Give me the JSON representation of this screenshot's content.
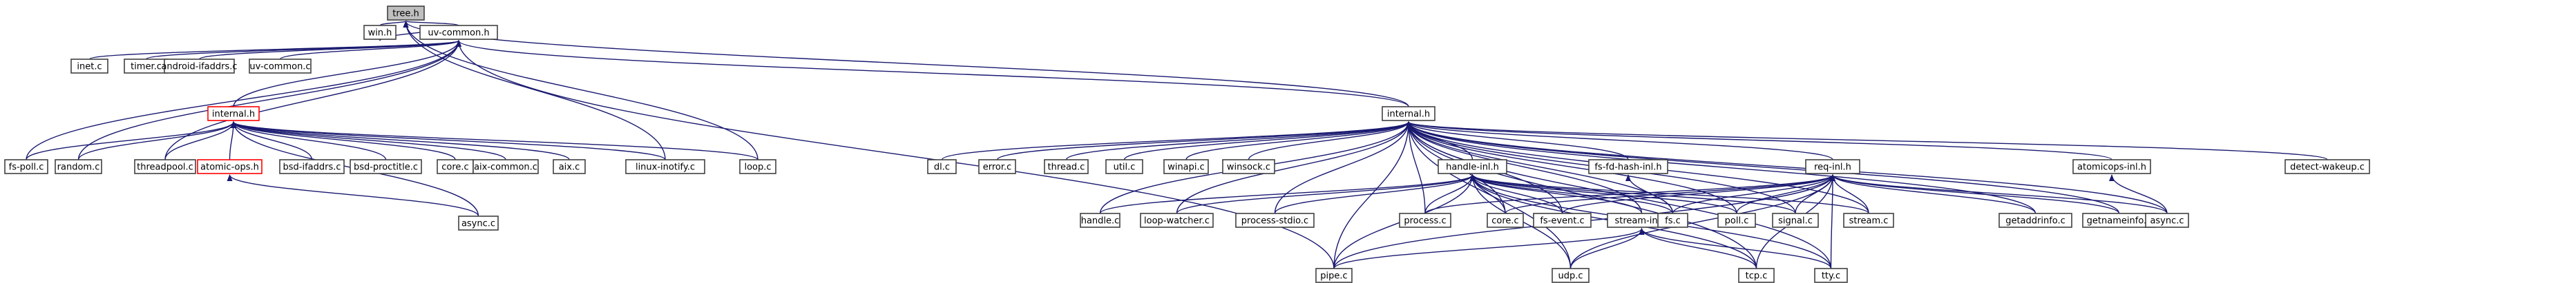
{
  "graph": {
    "colors": {
      "edge": "#191970",
      "box_stroke": "#404040",
      "current_fill": "#bfbfbf",
      "truncated_stroke": "#ff0000"
    },
    "nodes": [
      {
        "id": "tree_h",
        "label": "tree.h",
        "current": true
      },
      {
        "id": "win_h",
        "label": "win.h"
      },
      {
        "id": "uv_common_h",
        "label": "uv-common.h"
      },
      {
        "id": "internal_h_unix",
        "label": "internal.h",
        "truncated": true
      },
      {
        "id": "internal_h",
        "label": "internal.h"
      },
      {
        "id": "inet_c",
        "label": "inet.c"
      },
      {
        "id": "timer_c",
        "label": "timer.c"
      },
      {
        "id": "android_ifaddrs_c",
        "label": "android-ifaddrs.c"
      },
      {
        "id": "uv_common_c",
        "label": "uv-common.c"
      },
      {
        "id": "fs_poll_c",
        "label": "fs-poll.c"
      },
      {
        "id": "random_c",
        "label": "random.c"
      },
      {
        "id": "threadpool_c",
        "label": "threadpool.c"
      },
      {
        "id": "atomic_ops_h",
        "label": "atomic-ops.h",
        "truncated": true
      },
      {
        "id": "bsd_ifaddrs_c",
        "label": "bsd-ifaddrs.c"
      },
      {
        "id": "bsd_proctitle_c",
        "label": "bsd-proctitle.c"
      },
      {
        "id": "core_c_unix",
        "label": "core.c"
      },
      {
        "id": "aix_common_c",
        "label": "aix-common.c"
      },
      {
        "id": "aix_c",
        "label": "aix.c"
      },
      {
        "id": "linux_inotify_c",
        "label": "linux-inotify.c"
      },
      {
        "id": "loop_c",
        "label": "loop.c"
      },
      {
        "id": "async_c_unix",
        "label": "async.c"
      },
      {
        "id": "dl_c",
        "label": "dl.c"
      },
      {
        "id": "error_c",
        "label": "error.c"
      },
      {
        "id": "thread_c",
        "label": "thread.c"
      },
      {
        "id": "util_c",
        "label": "util.c"
      },
      {
        "id": "winapi_c",
        "label": "winapi.c"
      },
      {
        "id": "winsock_c",
        "label": "winsock.c"
      },
      {
        "id": "handle_inl_h",
        "label": "handle-inl.h"
      },
      {
        "id": "fs_fd_hash_inl_h",
        "label": "fs-fd-hash-inl.h"
      },
      {
        "id": "req_inl_h",
        "label": "req-inl.h"
      },
      {
        "id": "atomicops_inl_h",
        "label": "atomicops-inl.h"
      },
      {
        "id": "detect_wakeup_c",
        "label": "detect-wakeup.c"
      },
      {
        "id": "handle_c",
        "label": "handle.c"
      },
      {
        "id": "loop_watcher_c",
        "label": "loop-watcher.c"
      },
      {
        "id": "process_stdio_c",
        "label": "process-stdio.c"
      },
      {
        "id": "process_c",
        "label": "process.c"
      },
      {
        "id": "core_c",
        "label": "core.c"
      },
      {
        "id": "fs_event_c",
        "label": "fs-event.c"
      },
      {
        "id": "stream_inl_h",
        "label": "stream-inl.h"
      },
      {
        "id": "fs_c",
        "label": "fs.c"
      },
      {
        "id": "poll_c",
        "label": "poll.c"
      },
      {
        "id": "signal_c",
        "label": "signal.c"
      },
      {
        "id": "stream_c",
        "label": "stream.c"
      },
      {
        "id": "getaddrinfo_c",
        "label": "getaddrinfo.c"
      },
      {
        "id": "getnameinfo_c",
        "label": "getnameinfo.c"
      },
      {
        "id": "async_c",
        "label": "async.c"
      },
      {
        "id": "pipe_c",
        "label": "pipe.c"
      },
      {
        "id": "udp_c",
        "label": "udp.c"
      },
      {
        "id": "tcp_c",
        "label": "tcp.c"
      },
      {
        "id": "tty_c",
        "label": "tty.c"
      }
    ],
    "edges": [
      [
        "win_h",
        "tree_h"
      ],
      [
        "uv_common_h",
        "tree_h"
      ],
      [
        "internal_h",
        "tree_h"
      ],
      [
        "linux_inotify_c",
        "tree_h"
      ],
      [
        "loop_c",
        "tree_h"
      ],
      [
        "uv_common_h",
        "win_h"
      ],
      [
        "inet_c",
        "uv_common_h"
      ],
      [
        "timer_c",
        "uv_common_h"
      ],
      [
        "android_ifaddrs_c",
        "uv_common_h"
      ],
      [
        "uv_common_c",
        "uv_common_h"
      ],
      [
        "fs_poll_c",
        "uv_common_h"
      ],
      [
        "random_c",
        "uv_common_h"
      ],
      [
        "threadpool_c",
        "uv_common_h"
      ],
      [
        "internal_h_unix",
        "uv_common_h"
      ],
      [
        "internal_h",
        "uv_common_h"
      ],
      [
        "pipe_c",
        "uv_common_h"
      ],
      [
        "fs_poll_c",
        "internal_h_unix"
      ],
      [
        "random_c",
        "internal_h_unix"
      ],
      [
        "threadpool_c",
        "internal_h_unix"
      ],
      [
        "atomic_ops_h",
        "internal_h_unix"
      ],
      [
        "bsd_ifaddrs_c",
        "internal_h_unix"
      ],
      [
        "bsd_proctitle_c",
        "internal_h_unix"
      ],
      [
        "core_c_unix",
        "internal_h_unix"
      ],
      [
        "aix_common_c",
        "internal_h_unix"
      ],
      [
        "aix_c",
        "internal_h_unix"
      ],
      [
        "linux_inotify_c",
        "internal_h_unix"
      ],
      [
        "loop_c",
        "internal_h_unix"
      ],
      [
        "async_c_unix",
        "internal_h_unix"
      ],
      [
        "async_c_unix",
        "atomic_ops_h"
      ],
      [
        "dl_c",
        "internal_h"
      ],
      [
        "error_c",
        "internal_h"
      ],
      [
        "thread_c",
        "internal_h"
      ],
      [
        "util_c",
        "internal_h"
      ],
      [
        "winapi_c",
        "internal_h"
      ],
      [
        "winsock_c",
        "internal_h"
      ],
      [
        "handle_inl_h",
        "internal_h"
      ],
      [
        "fs_fd_hash_inl_h",
        "internal_h"
      ],
      [
        "req_inl_h",
        "internal_h"
      ],
      [
        "atomicops_inl_h",
        "internal_h"
      ],
      [
        "detect_wakeup_c",
        "internal_h"
      ],
      [
        "handle_c",
        "internal_h"
      ],
      [
        "loop_watcher_c",
        "internal_h"
      ],
      [
        "process_stdio_c",
        "internal_h"
      ],
      [
        "process_c",
        "internal_h"
      ],
      [
        "core_c",
        "internal_h"
      ],
      [
        "fs_event_c",
        "internal_h"
      ],
      [
        "stream_inl_h",
        "internal_h"
      ],
      [
        "fs_c",
        "internal_h"
      ],
      [
        "poll_c",
        "internal_h"
      ],
      [
        "signal_c",
        "internal_h"
      ],
      [
        "stream_c",
        "internal_h"
      ],
      [
        "getaddrinfo_c",
        "internal_h"
      ],
      [
        "getnameinfo_c",
        "internal_h"
      ],
      [
        "async_c",
        "internal_h"
      ],
      [
        "pipe_c",
        "internal_h"
      ],
      [
        "udp_c",
        "internal_h"
      ],
      [
        "tcp_c",
        "internal_h"
      ],
      [
        "tty_c",
        "internal_h"
      ],
      [
        "handle_c",
        "handle_inl_h"
      ],
      [
        "loop_watcher_c",
        "handle_inl_h"
      ],
      [
        "process_stdio_c",
        "handle_inl_h"
      ],
      [
        "process_c",
        "handle_inl_h"
      ],
      [
        "core_c",
        "handle_inl_h"
      ],
      [
        "fs_event_c",
        "handle_inl_h"
      ],
      [
        "stream_inl_h",
        "handle_inl_h"
      ],
      [
        "fs_c",
        "handle_inl_h"
      ],
      [
        "poll_c",
        "handle_inl_h"
      ],
      [
        "signal_c",
        "handle_inl_h"
      ],
      [
        "stream_c",
        "handle_inl_h"
      ],
      [
        "pipe_c",
        "handle_inl_h"
      ],
      [
        "udp_c",
        "handle_inl_h"
      ],
      [
        "tcp_c",
        "handle_inl_h"
      ],
      [
        "tty_c",
        "handle_inl_h"
      ],
      [
        "fs_c",
        "fs_fd_hash_inl_h"
      ],
      [
        "process_c",
        "req_inl_h"
      ],
      [
        "core_c",
        "req_inl_h"
      ],
      [
        "fs_event_c",
        "req_inl_h"
      ],
      [
        "fs_c",
        "req_inl_h"
      ],
      [
        "poll_c",
        "req_inl_h"
      ],
      [
        "signal_c",
        "req_inl_h"
      ],
      [
        "stream_c",
        "req_inl_h"
      ],
      [
        "getaddrinfo_c",
        "req_inl_h"
      ],
      [
        "getnameinfo_c",
        "req_inl_h"
      ],
      [
        "async_c",
        "req_inl_h"
      ],
      [
        "pipe_c",
        "req_inl_h"
      ],
      [
        "udp_c",
        "req_inl_h"
      ],
      [
        "tcp_c",
        "req_inl_h"
      ],
      [
        "tty_c",
        "req_inl_h"
      ],
      [
        "async_c",
        "atomicops_inl_h"
      ],
      [
        "pipe_c",
        "stream_inl_h"
      ],
      [
        "udp_c",
        "stream_inl_h"
      ],
      [
        "tcp_c",
        "stream_inl_h"
      ],
      [
        "tty_c",
        "stream_inl_h"
      ]
    ]
  }
}
